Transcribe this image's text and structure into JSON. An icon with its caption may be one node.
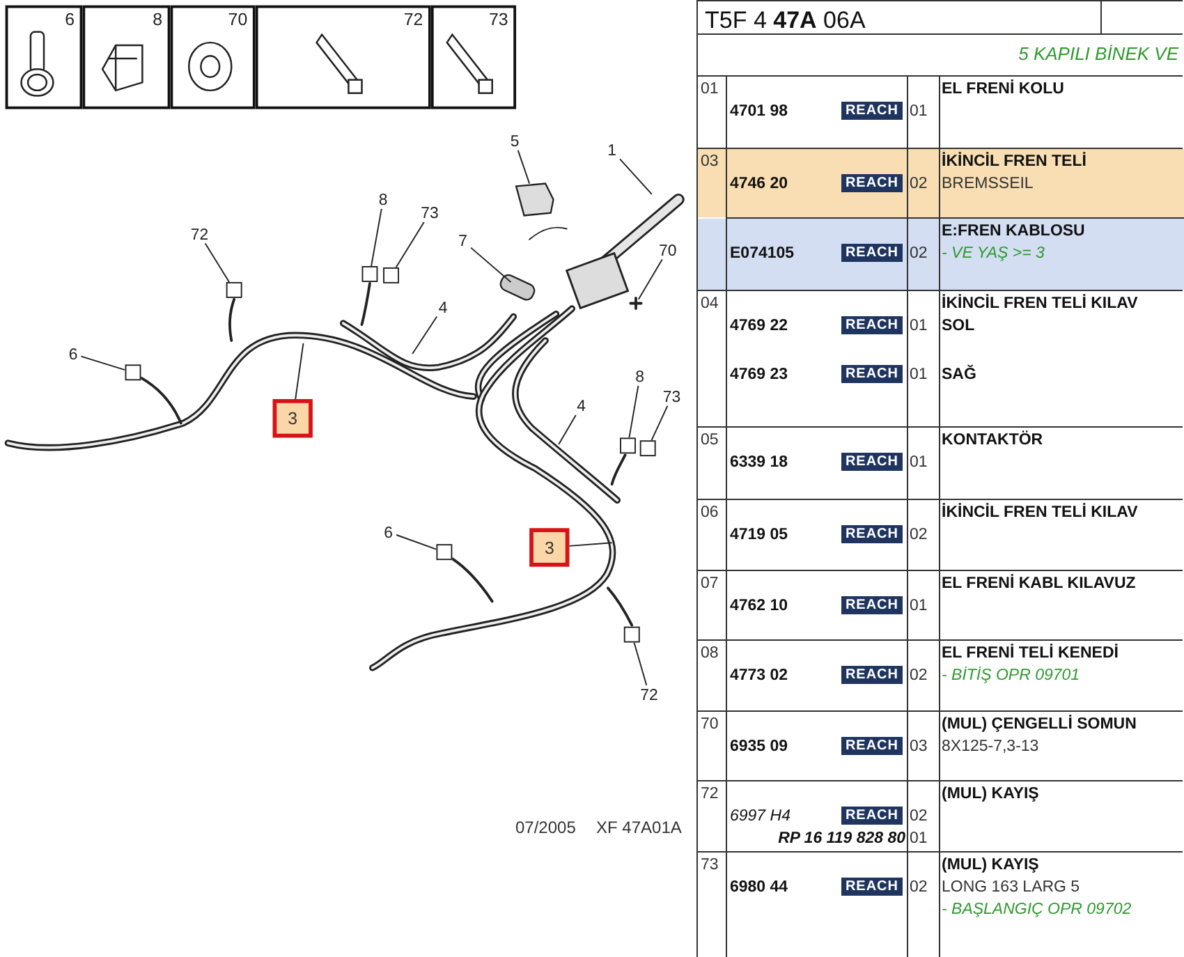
{
  "diagram": {
    "nodes": [
      {
        "text": [
          "6"
        ]
      },
      {
        "text": [
          "8"
        ]
      },
      {
        "text": [
          "70"
        ]
      },
      {
        "text": [
          "72"
        ]
      },
      {
        "text": [
          "73"
        ]
      },
      {
        "text": [
          "5"
        ]
      },
      {
        "text": [
          "1"
        ]
      },
      {
        "text": [
          "8"
        ]
      },
      {
        "text": [
          "73"
        ]
      },
      {
        "text": [
          "72"
        ]
      },
      {
        "text": [
          "7"
        ]
      },
      {
        "text": [
          "70"
        ]
      },
      {
        "text": [
          "6"
        ]
      },
      {
        "text": [
          "4"
        ]
      },
      {
        "text": [
          "3"
        ]
      },
      {
        "text": [
          "4"
        ]
      },
      {
        "text": [
          "8"
        ]
      },
      {
        "text": [
          "73"
        ]
      },
      {
        "text": [
          "6"
        ]
      },
      {
        "text": [
          "3"
        ]
      },
      {
        "text": [
          "72"
        ]
      },
      {
        "text": [],
        "shape": "box"
      },
      {
        "text": [],
        "shape": "box"
      },
      {
        "text": [],
        "shape": "box"
      },
      {
        "text": [],
        "shape": "box"
      },
      {
        "text": [],
        "shape": "box"
      },
      {
        "text": [],
        "shape": "box"
      },
      {
        "text": [],
        "shape": "box"
      },
      {
        "text": [],
        "shape": "box"
      }
    ],
    "edges": [
      {
        "from": 5,
        "to": null,
        "arrow": "none"
      },
      {
        "from": 6,
        "to": null,
        "arrow": "none"
      },
      {
        "from": 7,
        "to": 21,
        "arrow": "none"
      },
      {
        "from": 8,
        "to": 22,
        "arrow": "none"
      },
      {
        "from": 9,
        "to": 23,
        "arrow": "none"
      },
      {
        "from": 10,
        "to": null,
        "arrow": "none"
      },
      {
        "from": 11,
        "to": null,
        "arrow": "none"
      },
      {
        "from": 12,
        "to": 24,
        "arrow": "none"
      },
      {
        "from": 13,
        "to": null,
        "arrow": "none"
      },
      {
        "from": 14,
        "to": null,
        "arrow": "none"
      },
      {
        "from": 15,
        "to": null,
        "arrow": "none"
      },
      {
        "from": 16,
        "to": 25,
        "arrow": "none"
      },
      {
        "from": 17,
        "to": 26,
        "arrow": "none"
      },
      {
        "from": 18,
        "to": 27,
        "arrow": "none"
      },
      {
        "from": 19,
        "to": null,
        "arrow": "none"
      },
      {
        "from": 20,
        "to": 28,
        "arrow": "none"
      }
    ],
    "labels": [
      "T5F 4 **47A** 06A",
      "5 KAPILI BİNEK VE",
      "01",
      "4701 98",
      "REACH",
      "01",
      "EL FRENİ KOLU",
      "03",
      "4746 20",
      "REACH",
      "02",
      "İKİNCİL FREN TELİ",
      "BREMSSEIL",
      "E074105",
      "REACH",
      "02",
      "E:FREN KABLOSU",
      "- VE YAŞ >= 3",
      "04",
      "İKİNCİL FREN TELİ KILAV",
      "4769 22",
      "REACH",
      "01",
      "SOL",
      "4769 23",
      "REACH",
      "01",
      "SAĞ",
      "05",
      "6339 18",
      "REACH",
      "01",
      "KONTAKTÖR",
      "06",
      "4719 05",
      "REACH",
      "02",
      "İKİNCİL FREN TELİ KILAV",
      "07",
      "4762 10",
      "REACH",
      "01",
      "EL FRENİ KABL KILAVUZ",
      "08",
      "4773 02",
      "REACH",
      "02",
      "EL FRENİ TELİ KENEDİ",
      "- BİTİŞ OPR 09701",
      "70",
      "6935 09",
      "REACH",
      "03",
      "(MUL) ÇENGELLİ SOMUN",
      "8X125-7,3-13",
      "72",
      "6997 H4",
      "REACH",
      "02",
      "(MUL) KAYIŞ",
      "RP 16 119 828 80",
      "01",
      "73",
      "6980 44",
      "REACH",
      "02",
      "(MUL) KAYIŞ",
      "LONG 163 LARG 5",
      "- BAŞLANGIÇ OPR 09702",
      "07/2005",
      "XF 47A01A"
    ]
  }
}
